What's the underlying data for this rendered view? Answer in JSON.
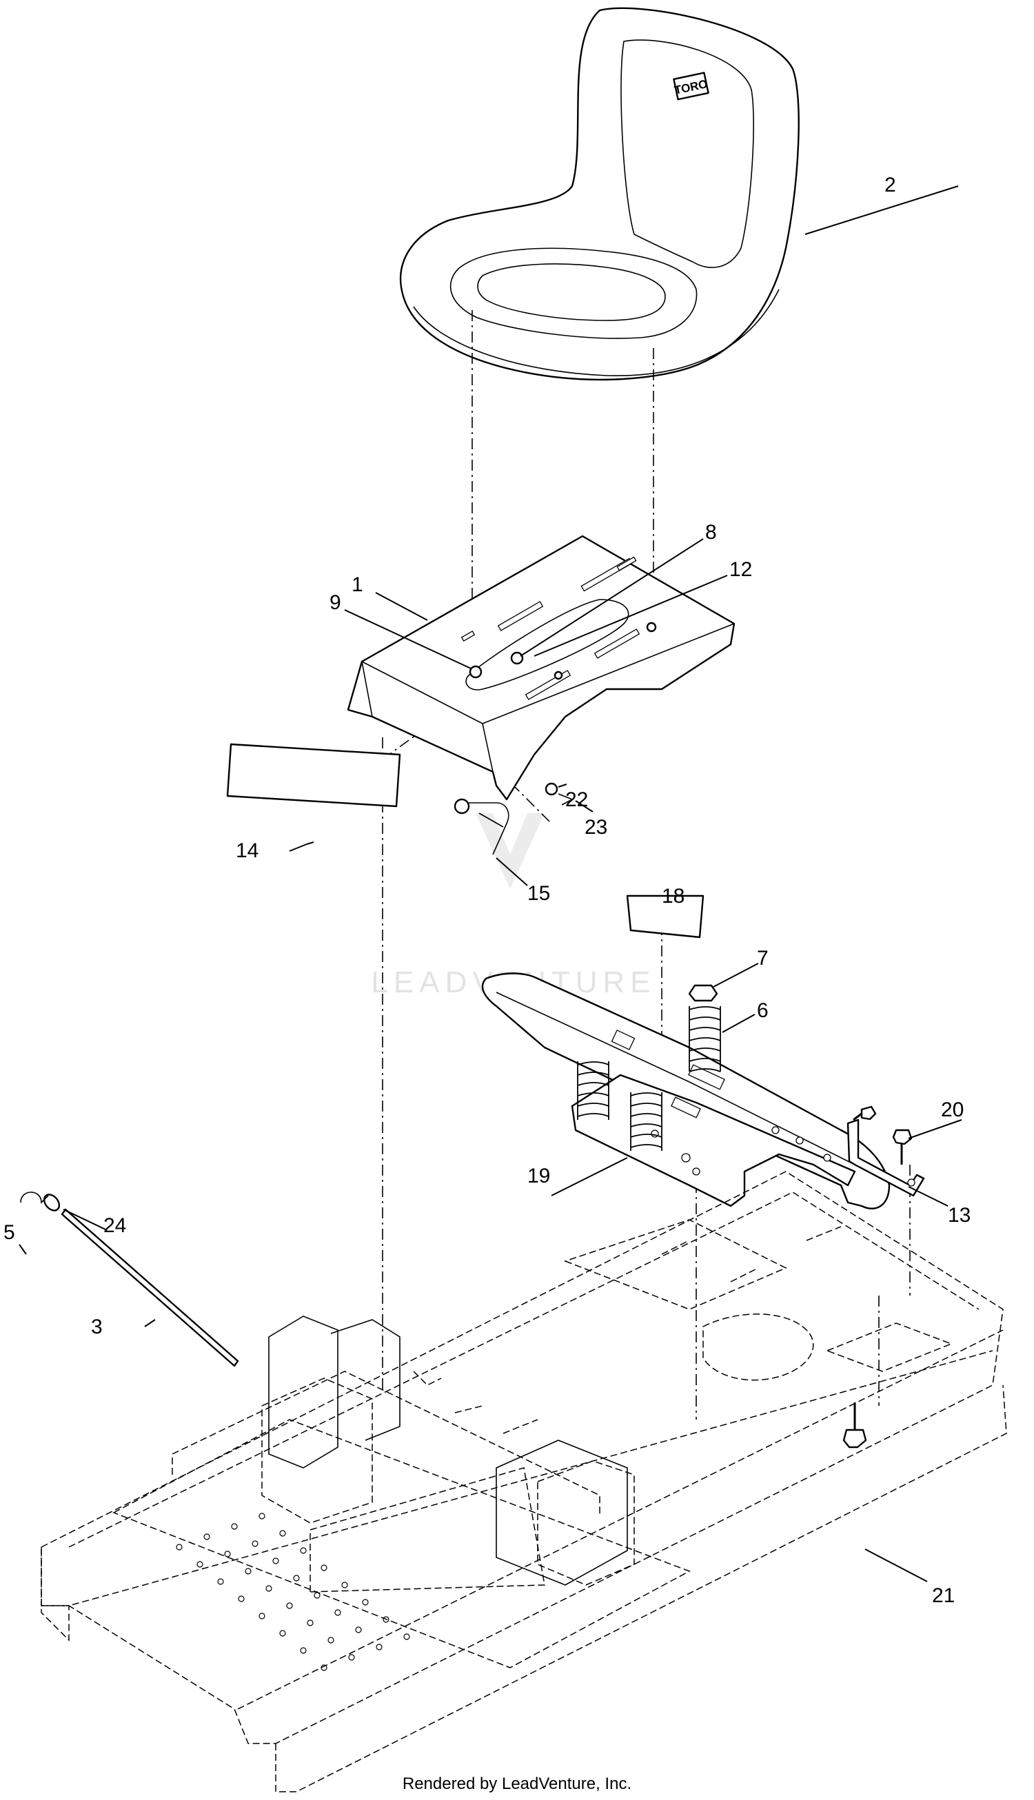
{
  "diagram": {
    "callouts": [
      {
        "label": "1"
      },
      {
        "label": "2"
      },
      {
        "label": "3"
      },
      {
        "label": "5"
      },
      {
        "label": "6"
      },
      {
        "label": "7"
      },
      {
        "label": "8"
      },
      {
        "label": "9"
      },
      {
        "label": "12"
      },
      {
        "label": "13"
      },
      {
        "label": "14"
      },
      {
        "label": "15"
      },
      {
        "label": "18"
      },
      {
        "label": "19"
      },
      {
        "label": "20"
      },
      {
        "label": "21"
      },
      {
        "label": "22"
      },
      {
        "label": "23"
      },
      {
        "label": "24"
      }
    ],
    "seat_logo": "TORO",
    "watermark": "LEADVENTURE"
  },
  "footer": {
    "credit": "Rendered by LeadVenture, Inc."
  }
}
